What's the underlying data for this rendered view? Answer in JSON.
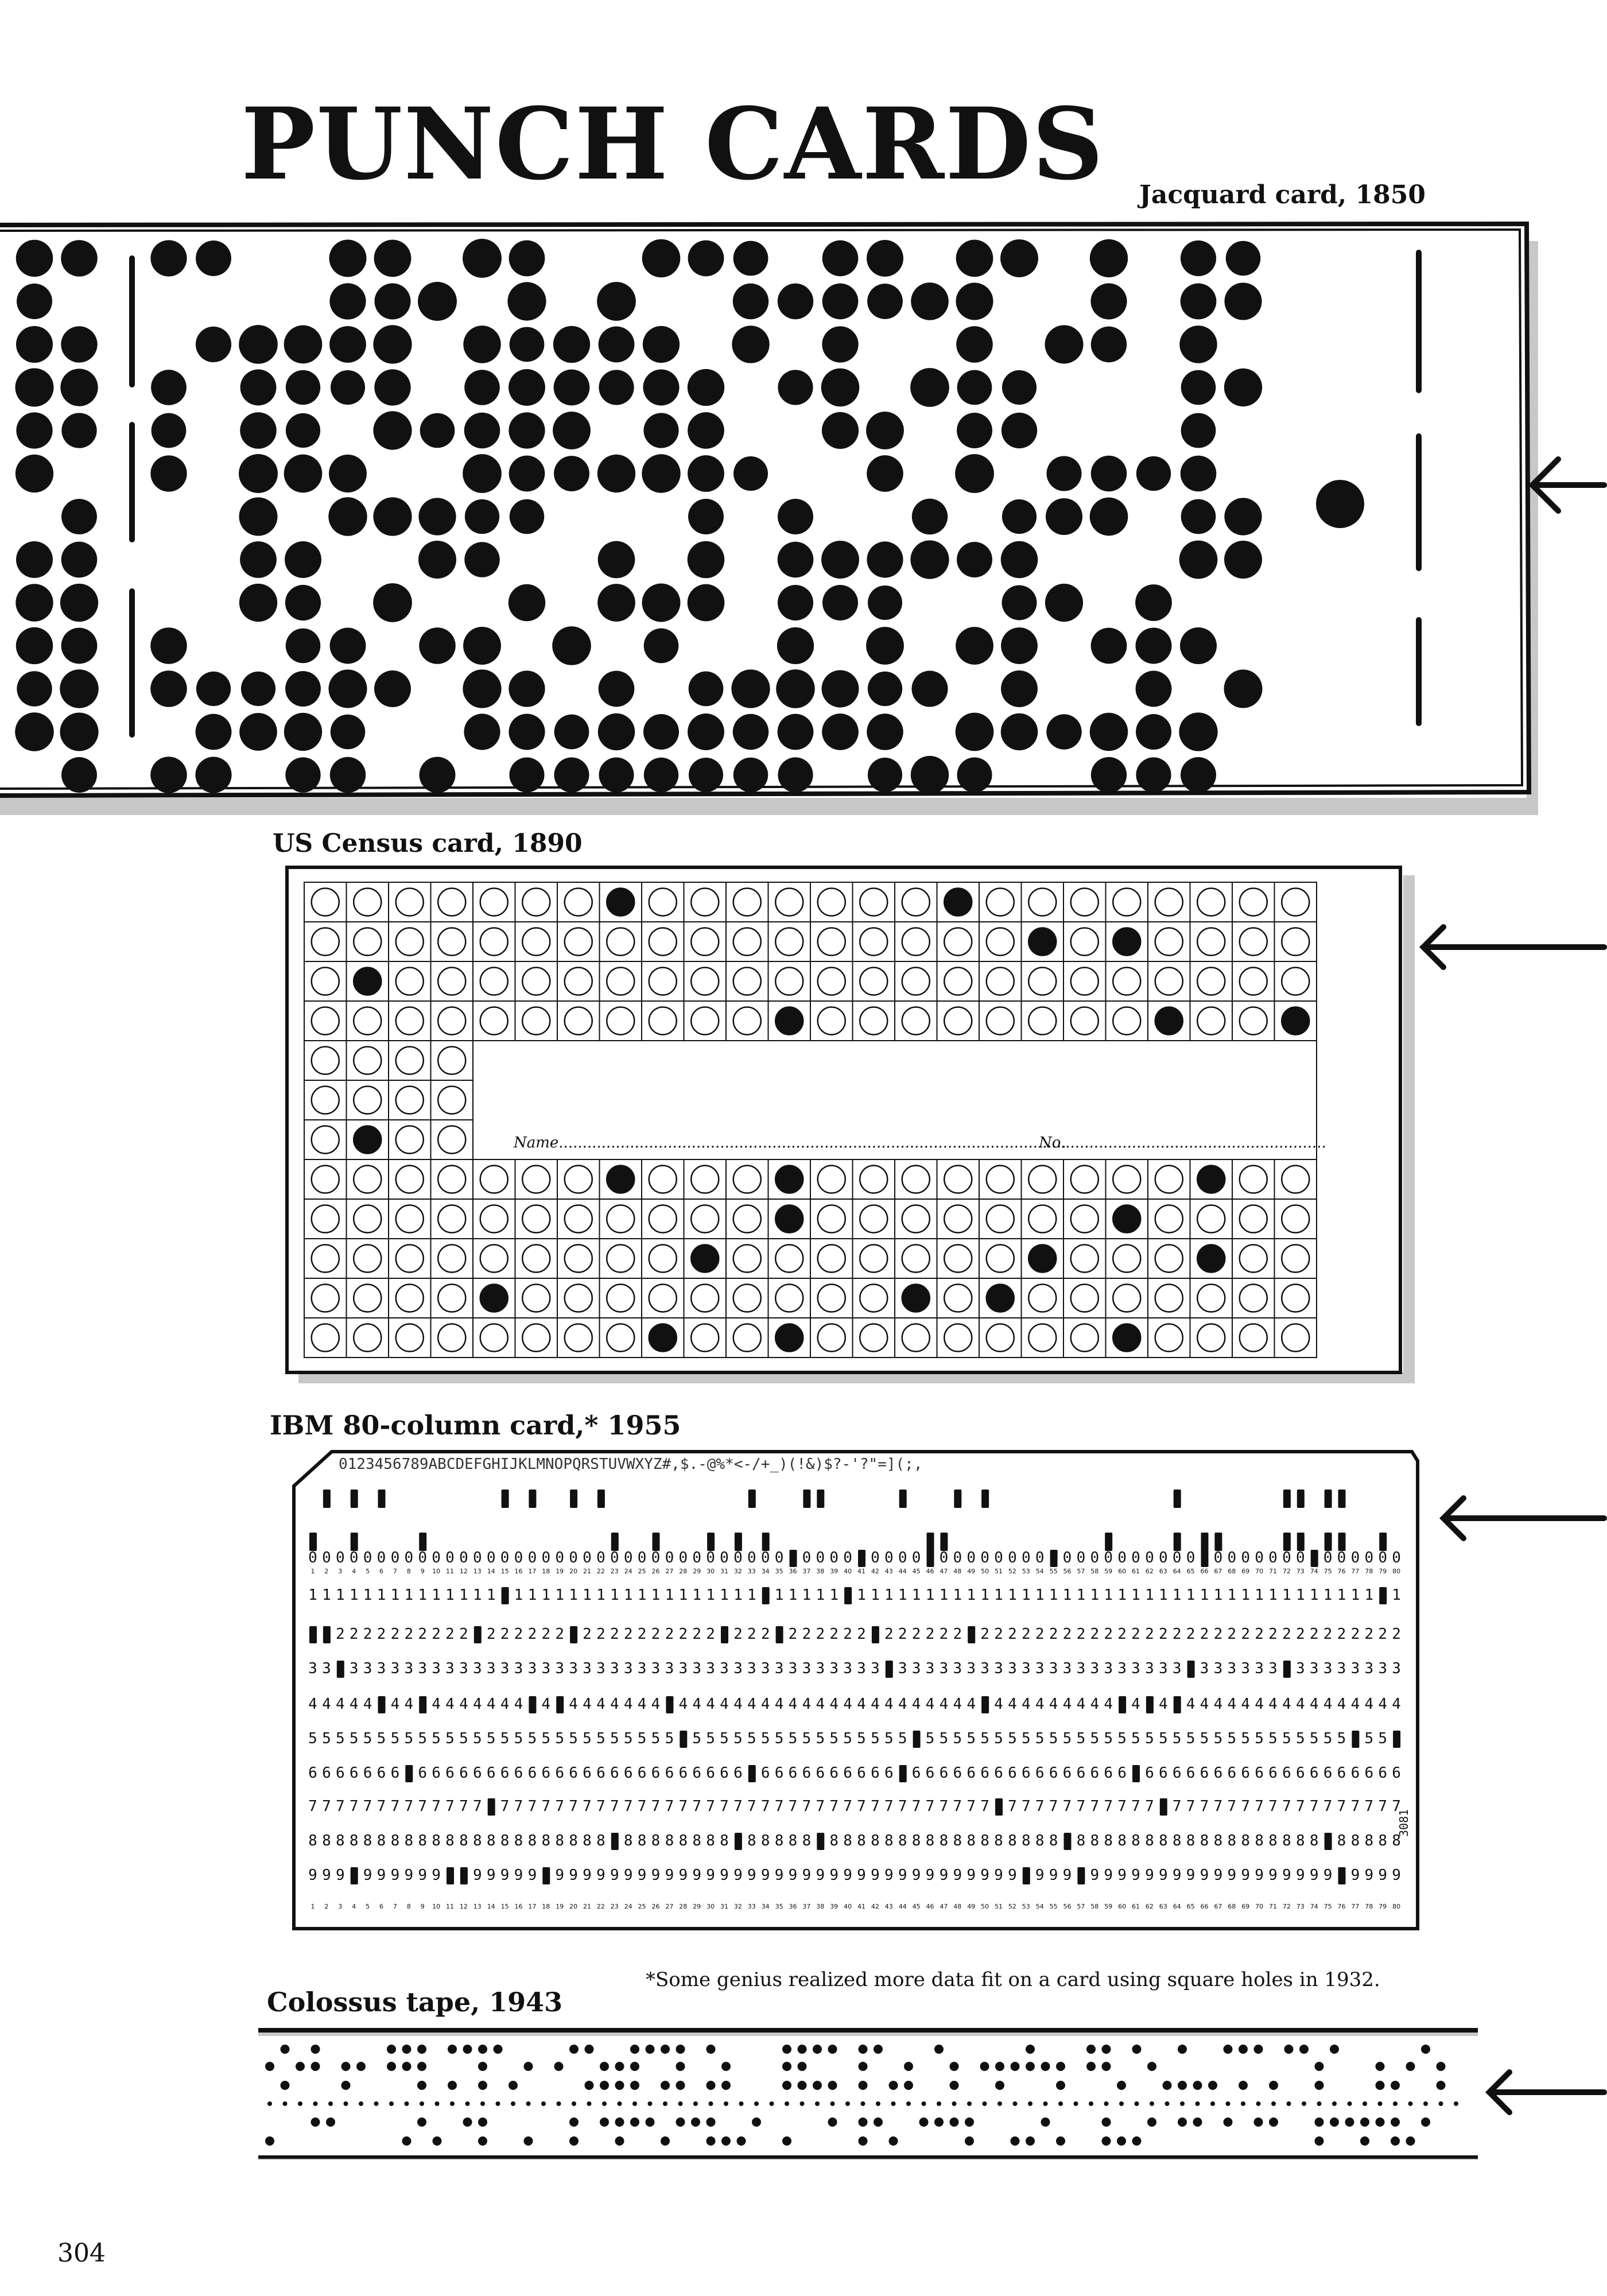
{
  "page": {
    "title": "PUNCH CARDS",
    "page_number": "304"
  },
  "jacquard": {
    "caption": "Jacquard card, 1850"
  },
  "census": {
    "caption": "US Census card, 1890",
    "name_label": "Name",
    "no_label": "No."
  },
  "ibm": {
    "caption": "IBM 80-column card,* 1955",
    "top_print": "0123456789ABCDEFGHIJKLMNOPQRSTUVWXYZ#,$.-@%*<-/+_)(!&)$?-'?\"=](;,",
    "side_code": "3081",
    "footnote": "*Some genius realized more data fit on a card using square holes in 1932."
  },
  "colossus": {
    "caption": "Colossus tape, 1943"
  },
  "colors": {
    "ink": "#111111",
    "shadow": "#c8c8c8",
    "paper": "#ffffff"
  },
  "icons": [
    "arrow-left-icon"
  ]
}
